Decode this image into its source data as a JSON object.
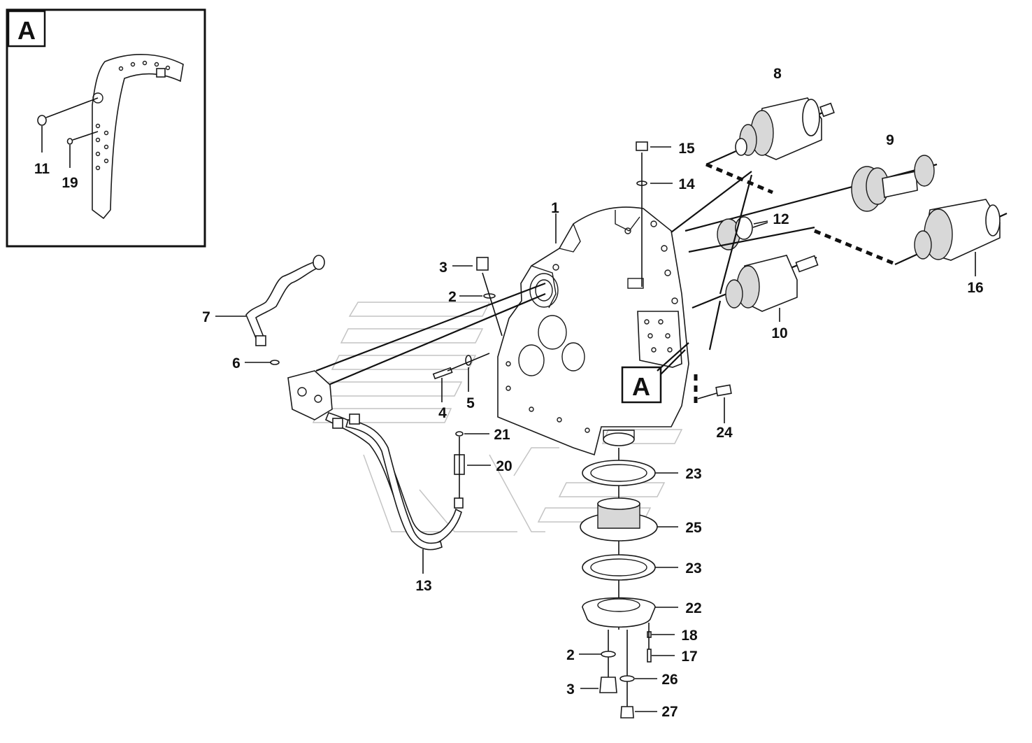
{
  "inset": {
    "label": "A"
  },
  "housing_tag": {
    "label": "A"
  },
  "callouts": {
    "c1": "1",
    "c2a": "2",
    "c2b": "2",
    "c3a": "3",
    "c3b": "3",
    "c4": "4",
    "c5": "5",
    "c6": "6",
    "c7": "7",
    "c8": "8",
    "c9": "9",
    "c10": "10",
    "c11": "11",
    "c12": "12",
    "c13": "13",
    "c14": "14",
    "c15": "15",
    "c16": "16",
    "c17": "17",
    "c18": "18",
    "c19": "19",
    "c20": "20",
    "c21": "21",
    "c22": "22",
    "c23a": "23",
    "c23b": "23",
    "c24": "24",
    "c25": "25",
    "c26": "26",
    "c27": "27"
  }
}
